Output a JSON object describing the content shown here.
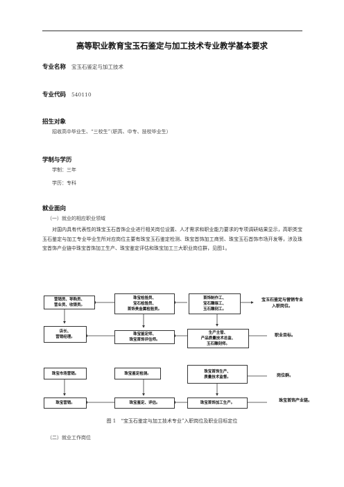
{
  "doc_title": "高等职业教育宝玉石鉴定与加工技术专业教学基本要求",
  "major_name": {
    "label": "专业名称",
    "value": "宝玉石鉴定与加工技术"
  },
  "major_code": {
    "label": "专业代码",
    "value": "540110"
  },
  "enrollment": {
    "heading": "招生对象",
    "text": "招收高中毕业生、“三校生”（职高、中专、技校毕业生）"
  },
  "schooling": {
    "heading": "学制与学历",
    "years": "学制：三年",
    "degree": "学历：专科"
  },
  "employment": {
    "heading": "就业面向",
    "sub1": "（一）就业的相应职业领域",
    "paragraph": "对国内具有代表性的珠宝玉石首饰企业进行相关岗位设置、人才需求和职业能力要求的专项调研结果显示，高职类宝玉石鉴定与加工专业毕业生所对应岗位主要有珠宝玉石鉴定检测、珠宝首饰加工商贸、珠宝玉石首饰市场开发等，涉及珠宝首饰产业链中珠宝首饰加工生产、珠宝鉴定评估和珠宝加工三大职业岗位群，见图1。",
    "sub2": "（二）就业工作岗位"
  },
  "diagram": {
    "boxes": {
      "top_left": [
        "营销员、导购员、",
        "营业员、收银员。"
      ],
      "top_mid": [
        "珠宝检验员、",
        "宝石检验员、",
        "首饰贵金属检验员。"
      ],
      "top_right": [
        "首饰制作工、",
        "宝石雕琢工、",
        "玉石雕刻工。"
      ],
      "mid_left": [
        "店长、",
        "营销经理。"
      ],
      "mid_mid": [
        "珠宝鉴定师、",
        "珠宝首饰评估师。"
      ],
      "mid_right": [
        "生产主管、",
        "产品质量技术总监、",
        "玉石雕刻师。"
      ],
      "row3_left": [
        "珠宝市场营销。"
      ],
      "row3_mid": [
        "珠宝鉴定检测。"
      ],
      "row3_right": [
        "珠宝首饰生产、",
        "质量技术监督。"
      ],
      "bot_left": [
        "珠宝营销。"
      ],
      "bot_mid": [
        "珠宝鉴定、评估。"
      ],
      "bot_right": [
        "珠宝首饰加工生产。"
      ]
    },
    "side_labels": {
      "entry": [
        "宝玉石鉴定与营销专业",
        "入职岗位。"
      ],
      "target": "职业目标。",
      "cluster": "岗位群。",
      "chain": "珠宝首饰产业链。"
    },
    "caption": "图 1　“宝玉石鉴定与加工技术专业”入职岗位及职业目标定位"
  }
}
